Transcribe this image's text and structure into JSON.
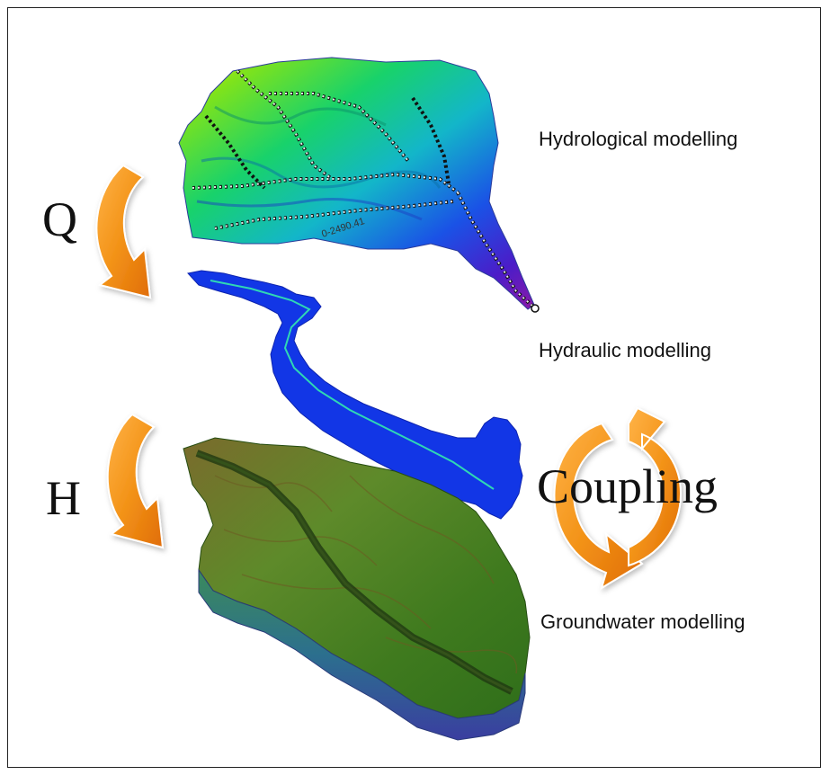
{
  "labels": {
    "hydrological": "Hydrological modelling",
    "hydraulic": "Hydraulic modelling",
    "groundwater": "Groundwater modelling",
    "coupling": "Coupling"
  },
  "variables": {
    "q": "Q",
    "h": "H"
  },
  "map_annotation": "0-2490.41",
  "icons": [
    "curved-arrow-down-icon",
    "curved-arrow-down-icon",
    "cycle-arrows-icon"
  ],
  "colors": {
    "arrow_orange": "#f39318",
    "river_blue": "#1236e6",
    "river_line": "#2fd8b4",
    "terrain_green": "#3f7a1e"
  }
}
